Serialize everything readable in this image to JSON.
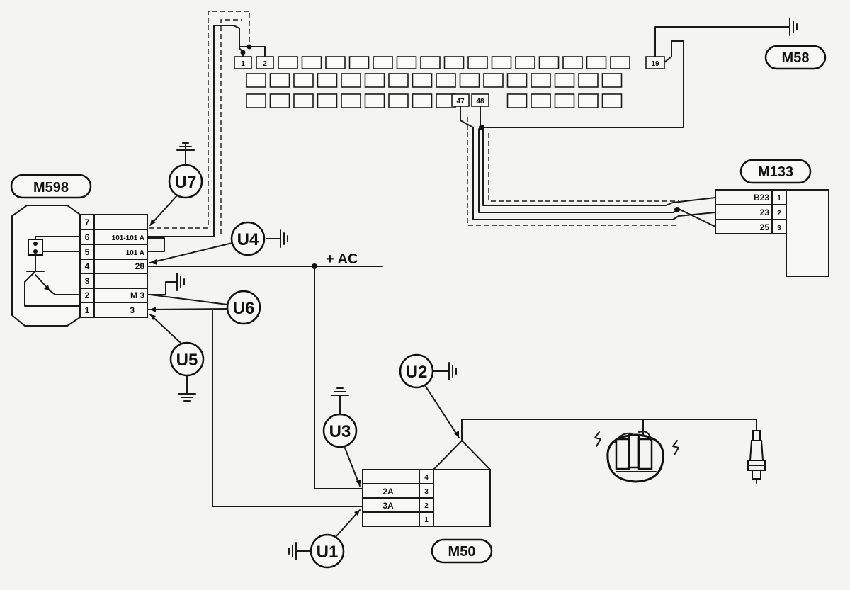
{
  "connectors": {
    "m598": {
      "name": "M598",
      "pins": [
        {
          "num": "7",
          "wire": ""
        },
        {
          "num": "6",
          "wire": "101-101 A"
        },
        {
          "num": "5",
          "wire": "101 A"
        },
        {
          "num": "4",
          "wire": "28"
        },
        {
          "num": "3",
          "wire": ""
        },
        {
          "num": "2",
          "wire": "M 3"
        },
        {
          "num": "1",
          "wire": "3"
        }
      ]
    },
    "m58": {
      "name": "M58",
      "pin_labels": [
        "1",
        "2",
        "19",
        "47",
        "48"
      ]
    },
    "m133": {
      "name": "M133",
      "pins": [
        {
          "wire": "B23",
          "num": "1"
        },
        {
          "wire": "23",
          "num": "2"
        },
        {
          "wire": "25",
          "num": "3"
        }
      ]
    },
    "m50": {
      "name": "M50",
      "pins": [
        {
          "wire": "",
          "num": "4"
        },
        {
          "wire": "2A",
          "num": "3"
        },
        {
          "wire": "3A",
          "num": "2"
        },
        {
          "wire": "",
          "num": "1"
        }
      ]
    }
  },
  "grounds": {
    "u1": "U1",
    "u2": "U2",
    "u3": "U3",
    "u4": "U4",
    "u5": "U5",
    "u6": "U6",
    "u7": "U7"
  },
  "supply": {
    "label": "+ AC"
  },
  "icons": [
    "ground-symbol-icon",
    "distributor-icon",
    "spark-plug-icon",
    "spark-icon"
  ]
}
